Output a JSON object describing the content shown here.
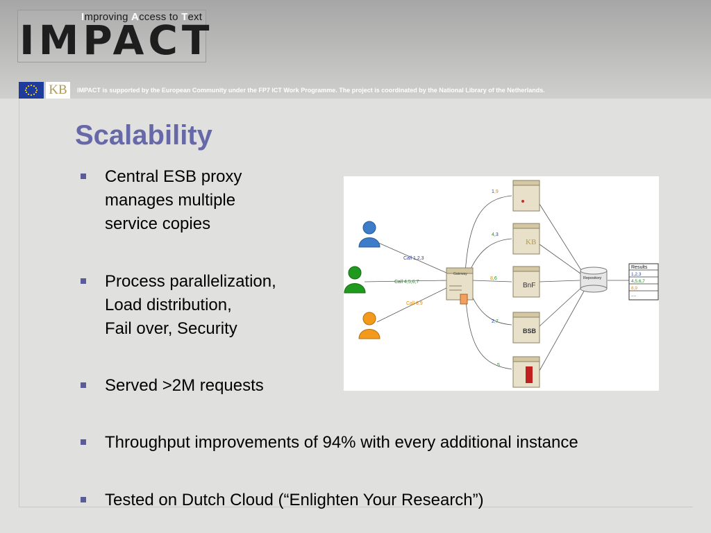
{
  "header": {
    "tagline": {
      "parts": [
        {
          "cap": "I",
          "rest": "mproving "
        },
        {
          "cap": "A",
          "rest": "ccess to "
        },
        {
          "cap": "T",
          "rest": "ext"
        }
      ]
    },
    "logo_text": "IMPACT",
    "kb_logo": "KB",
    "support_text": "IMPACT is supported by the European Community under the FP7 ICT Work Programme. The project is coordinated by the National Library of the Netherlands."
  },
  "slide": {
    "title": "Scalability",
    "bullets": [
      {
        "lines": [
          "Central ESB proxy",
          "manages multiple",
          "service copies"
        ]
      },
      {
        "lines": [
          "Process parallelization,",
          "Load distribution,",
          "Fail over, Security"
        ]
      },
      {
        "lines": [
          "Served >2M requests"
        ]
      },
      {
        "lines": [
          "Throughput improvements of 94% with every additional instance"
        ]
      },
      {
        "lines": [
          "Tested on Dutch Cloud (“Enlighten Your Research”)"
        ]
      }
    ]
  },
  "diagram": {
    "calls": [
      {
        "label": "Call 1,2,3",
        "color": "#2a3ea0"
      },
      {
        "label": "Call 4,5,6,7",
        "color": "#2e8b2e"
      },
      {
        "label": "Call 8,9",
        "color": "#e08a10"
      }
    ],
    "users": [
      {
        "name": "user-blue",
        "color": "#3d7cc9"
      },
      {
        "name": "user-green",
        "color": "#1f9a1f"
      },
      {
        "name": "user-orange",
        "color": "#f39a1c"
      }
    ],
    "proxy_label": "Gateway",
    "servers": [
      {
        "label_a": "1",
        "label_b": ",9",
        "a_color": "#2a3ea0",
        "b_color": "#e08a10",
        "brand": ""
      },
      {
        "label_a": "4",
        "label_b": ",3",
        "a_color": "#2e8b2e",
        "b_color": "#2a3ea0",
        "brand": "KB"
      },
      {
        "label_a": "8",
        "label_b": ",6",
        "a_color": "#e08a10",
        "b_color": "#2e8b2e",
        "brand": "BnF"
      },
      {
        "label_a": "2",
        "label_b": ",7",
        "a_color": "#2a3ea0",
        "b_color": "#2e8b2e",
        "brand": "BSB"
      },
      {
        "label_a": "5",
        "label_b": "",
        "a_color": "#2e8b2e",
        "b_color": "#2e8b2e",
        "brand": ""
      }
    ],
    "repository_label": "Repository",
    "results": {
      "header": "Results",
      "rows": [
        {
          "text": "1,2,3",
          "color": "#2a3ea0"
        },
        {
          "text": "4,5,6,7",
          "color": "#2e8b2e"
        },
        {
          "text": "8,9",
          "color": "#e08a10"
        },
        {
          "text": "....",
          "color": "#333333"
        }
      ]
    }
  },
  "colors": {
    "title": "#6668a8",
    "bullet_marker": "#5b5b9a",
    "header_band": "#a6a6a6",
    "slide_background": "#e0e0df"
  }
}
